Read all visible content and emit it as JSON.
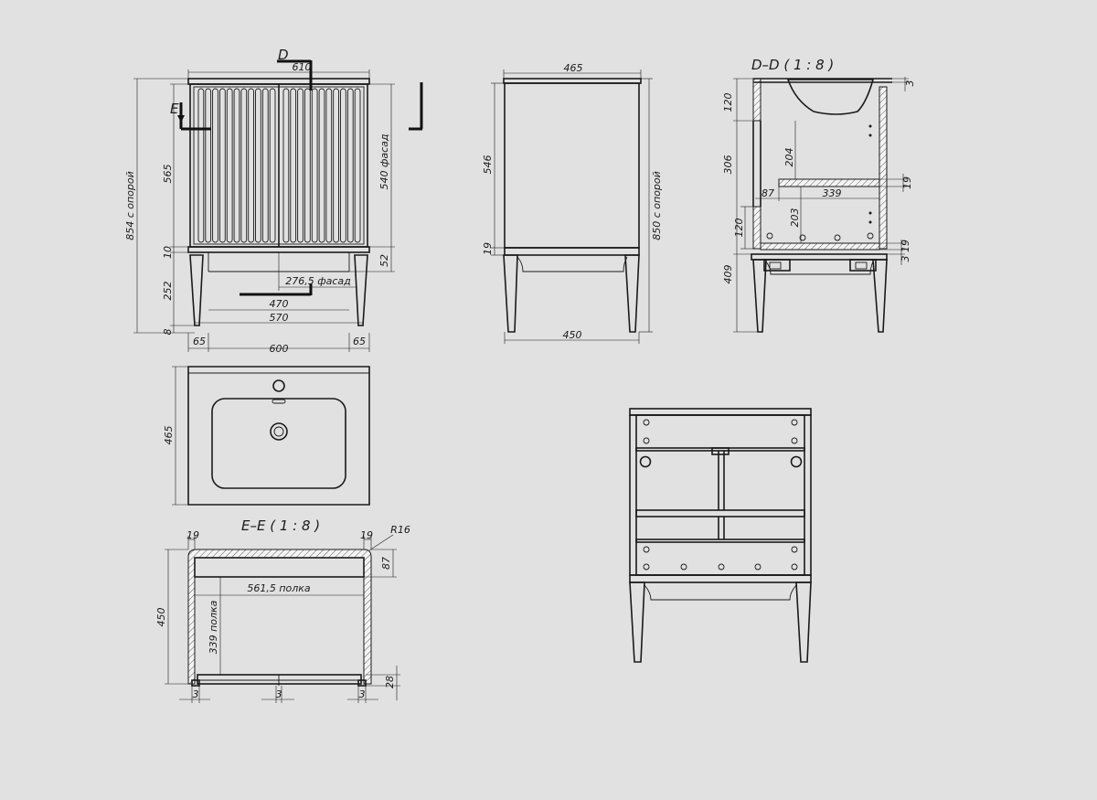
{
  "sections": {
    "dd_title": "D–D ( 1 : 8 )",
    "ee_title": "E–E ( 1 : 8 )",
    "cut_d": "D",
    "cut_e": "E"
  },
  "front_view": {
    "top_width": "610",
    "total_height": "854 с опорой",
    "cabinet_height": "565",
    "plinth": "10",
    "leg_height": "252",
    "foot": "8",
    "facade_height": "540 фасад",
    "gap_52": "52",
    "facade_width": "276,5 фасад",
    "inner_470": "470",
    "width_570": "570",
    "offset_left": "65",
    "overall_600": "600",
    "offset_right": "65"
  },
  "side_view": {
    "depth_top": "465",
    "cabinet_height": "546",
    "plinth": "19",
    "total_height": "850 с опорой",
    "leg_depth": "450"
  },
  "section_dd": {
    "top_3": "3",
    "h120": "120",
    "h306": "306",
    "h204": "204",
    "d87": "87",
    "shelf_339": "339",
    "t19": "19",
    "h120b": "120",
    "h203": "203",
    "t19b": "19",
    "t3": "3",
    "h409": "409"
  },
  "top_view": {
    "depth": "465"
  },
  "section_ee": {
    "side_left": "19",
    "side_right": "19",
    "radius": "R16",
    "depth_87": "87",
    "shelf_width": "561,5 полка",
    "depth_450": "450",
    "shelf_depth": "339 полка",
    "bottom_28": "28",
    "gap_left": "3",
    "gap_mid": "3",
    "gap_right": "3"
  }
}
